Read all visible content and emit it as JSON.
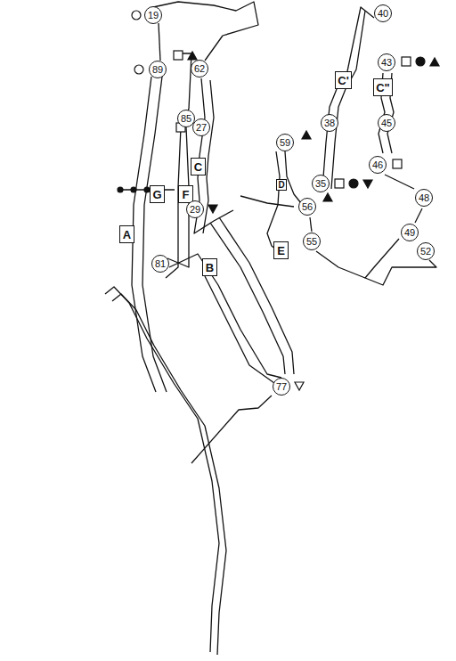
{
  "diagram": {
    "nodes": [
      {
        "text": [
          "40"
        ]
      },
      {
        "text": [
          "19"
        ]
      },
      {
        "text": [
          "43"
        ]
      },
      {
        "text": [
          "62"
        ]
      },
      {
        "text": [
          "89"
        ]
      },
      {
        "text": [
          "C'"
        ]
      },
      {
        "text": [
          "C\""
        ]
      },
      {
        "text": [
          "85"
        ]
      },
      {
        "text": [
          "38"
        ]
      },
      {
        "text": [
          "45"
        ]
      },
      {
        "text": [
          "27"
        ]
      },
      {
        "text": [
          "59"
        ]
      },
      {
        "text": [
          "46"
        ]
      },
      {
        "text": [
          "C"
        ]
      },
      {
        "text": [
          "35"
        ]
      },
      {
        "text": [
          "D"
        ]
      },
      {
        "text": [
          "F"
        ]
      },
      {
        "text": [
          "G"
        ]
      },
      {
        "text": [
          "48"
        ]
      },
      {
        "text": [
          "56"
        ]
      },
      {
        "text": [
          "29"
        ]
      },
      {
        "text": [
          "49"
        ]
      },
      {
        "text": [
          "A"
        ]
      },
      {
        "text": [
          "55"
        ]
      },
      {
        "text": [
          "E"
        ]
      },
      {
        "text": [
          "52"
        ]
      },
      {
        "text": [
          "81"
        ]
      },
      {
        "text": [
          "B"
        ]
      },
      {
        "text": [
          "77"
        ]
      }
    ]
  }
}
